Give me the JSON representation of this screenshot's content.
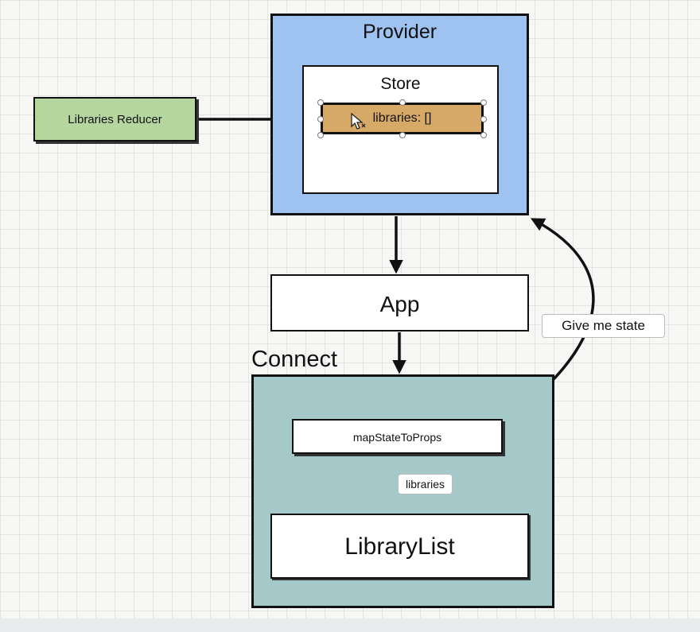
{
  "provider": {
    "title": "Provider",
    "fill": "#9fc3f0"
  },
  "store": {
    "title": "Store"
  },
  "state_field": {
    "label": "libraries: []",
    "fill": "#d7a967"
  },
  "reducer": {
    "label": "Libraries Reducer",
    "fill": "#b6d6a0"
  },
  "app": {
    "label": "App"
  },
  "connect": {
    "title": "Connect",
    "fill": "#a5c8c8"
  },
  "map_state": {
    "label": "mapStateToProps"
  },
  "library_list": {
    "label": "LibraryList"
  },
  "edge_labels": {
    "give_state": "Give me state",
    "libraries": "libraries"
  }
}
